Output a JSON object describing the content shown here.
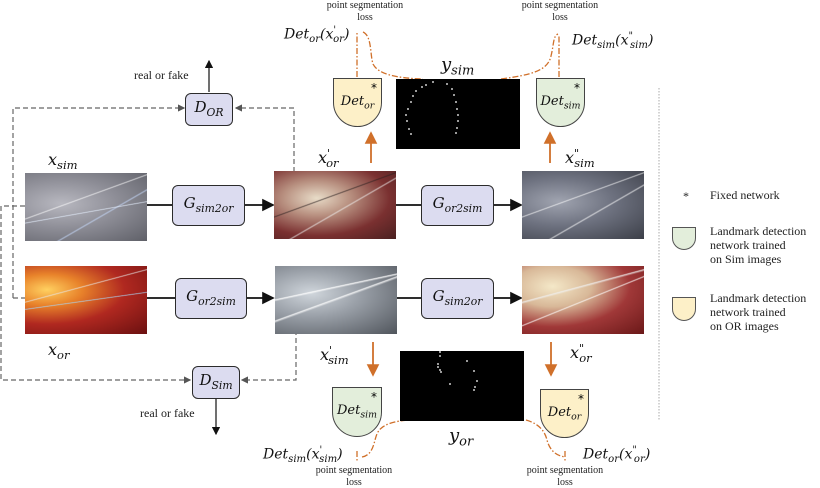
{
  "colors": {
    "box_fill": "#dcdcf0",
    "det_sim_fill": "#e3eedb",
    "det_or_fill": "#fdf0c8",
    "loss_arrow": "#d0702a",
    "dashed": "#666666"
  },
  "discriminators": {
    "top": {
      "base": "D",
      "sub": "OR",
      "output": "real or fake"
    },
    "bottom": {
      "base": "D",
      "sub": "Sim",
      "output": "real or fake"
    }
  },
  "generators": {
    "top_left": {
      "base": "G",
      "sub": "sim2or"
    },
    "top_right": {
      "base": "G",
      "sub": "or2sim"
    },
    "bottom_left": {
      "base": "G",
      "sub": "or2sim"
    },
    "bottom_right": {
      "base": "G",
      "sub": "sim2or"
    }
  },
  "images": {
    "x_sim": {
      "base": "x",
      "sub": "sim",
      "sup": ""
    },
    "x_or": {
      "base": "x",
      "sub": "or",
      "sup": ""
    },
    "x_or_prime": {
      "base": "x",
      "sub": "or",
      "sup": "'"
    },
    "x_sim_prime": {
      "base": "x",
      "sub": "sim",
      "sup": "'"
    },
    "x_sim_dprime": {
      "base": "x",
      "sub": "sim",
      "sup": "\""
    },
    "x_or_dprime": {
      "base": "x",
      "sub": "or",
      "sup": "\""
    }
  },
  "masks": {
    "y_sim": {
      "base": "y",
      "sub": "sim"
    },
    "y_or": {
      "base": "y",
      "sub": "or"
    }
  },
  "detectors": {
    "top_left": {
      "base": "Det",
      "sub": "or",
      "star": "*",
      "output": {
        "base": "Det",
        "sub": "or",
        "arg_base": "x",
        "arg_sup": "'",
        "arg_sub": "or"
      }
    },
    "top_right": {
      "base": "Det",
      "sub": "sim",
      "star": "*",
      "output": {
        "base": "Det",
        "sub": "sim",
        "arg_base": "x",
        "arg_sup": "\"",
        "arg_sub": "sim"
      }
    },
    "bottom_left": {
      "base": "Det",
      "sub": "sim",
      "star": "*",
      "output": {
        "base": "Det",
        "sub": "sim",
        "arg_base": "x",
        "arg_sup": "'",
        "arg_sub": "sim"
      }
    },
    "bottom_right": {
      "base": "Det",
      "sub": "or",
      "star": "*",
      "output": {
        "base": "Det",
        "sub": "or",
        "arg_base": "x",
        "arg_sup": "\"",
        "arg_sub": "or"
      }
    }
  },
  "loss_labels": {
    "top_left": "point segmentation\nloss",
    "top_right": "point segmentation\nloss",
    "bottom_left": "point segmentation\nloss",
    "bottom_right": "point segmentation\nloss"
  },
  "legend": {
    "fixed_marker": "*",
    "fixed_label": "Fixed network",
    "sim_label": "Landmark detection\nnetwork trained\non Sim images",
    "or_label": "Landmark detection\nnetwork trained\non OR images"
  }
}
